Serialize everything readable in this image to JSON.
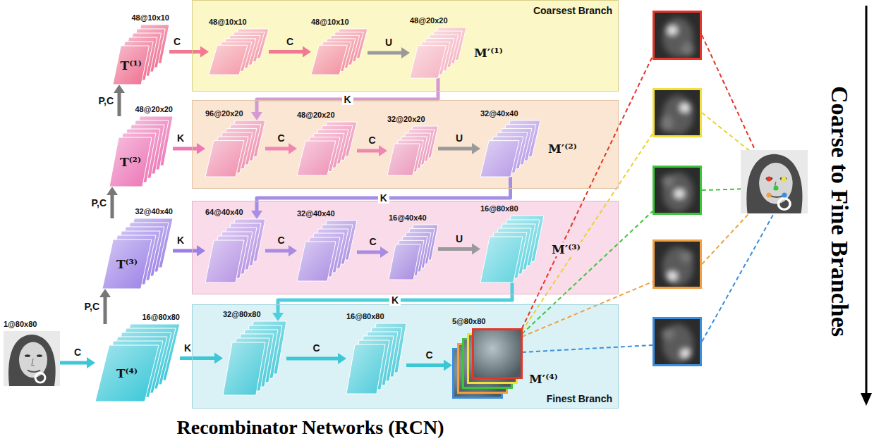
{
  "diagram": {
    "title": "Recombinator Networks (RCN)",
    "nodes": [
      {
        "text": [
          "48@10x10",
          "T⁽¹⁾"
        ]
      },
      {
        "text": [
          "Coarsest Branch"
        ]
      },
      {
        "text": [
          "48@10x10"
        ],
        "in": 1
      },
      {
        "text": [
          "48@10x10"
        ],
        "in": 1
      },
      {
        "text": [
          "48@20x20",
          "M′⁽¹⁾"
        ],
        "in": 1
      },
      {
        "text": [
          "48@20x20",
          "T⁽²⁾"
        ]
      },
      {
        "text": []
      },
      {
        "text": [
          "96@20x20"
        ],
        "in": 6
      },
      {
        "text": [
          "48@20x20"
        ],
        "in": 6
      },
      {
        "text": [
          "32@20x20"
        ],
        "in": 6
      },
      {
        "text": [
          "32@40x40",
          "M′⁽²⁾"
        ],
        "in": 6
      },
      {
        "text": [
          "32@40x40",
          "T⁽³⁾"
        ]
      },
      {
        "text": []
      },
      {
        "text": [
          "64@40x40"
        ],
        "in": 12
      },
      {
        "text": [
          "32@40x40"
        ],
        "in": 12
      },
      {
        "text": [
          "16@40x40"
        ],
        "in": 12
      },
      {
        "text": [
          "16@80x80",
          "M′⁽³⁾"
        ],
        "in": 12
      },
      {
        "text": [
          "1@80x80"
        ]
      },
      {
        "text": [
          "16@80x80",
          "T⁽⁴⁾"
        ]
      },
      {
        "text": [
          "Finest Branch"
        ]
      },
      {
        "text": [
          "32@80x80"
        ],
        "in": 19
      },
      {
        "text": [
          "16@80x80"
        ],
        "in": 19
      },
      {
        "text": [
          "5@80x80",
          "M′⁽⁴⁾"
        ],
        "in": 19
      }
    ],
    "edges": [
      {
        "from": 0,
        "to": 2,
        "label": "C",
        "arrow": "to"
      },
      {
        "from": 2,
        "to": 3,
        "label": "C",
        "arrow": "to"
      },
      {
        "from": 3,
        "to": 4,
        "label": "U",
        "arrow": "to"
      },
      {
        "from": 4,
        "to": 7,
        "label": "K",
        "arrow": "to"
      },
      {
        "from": 5,
        "to": 0,
        "label": "P,C",
        "arrow": "to"
      },
      {
        "from": 5,
        "to": 7,
        "label": "K",
        "arrow": "to"
      },
      {
        "from": 7,
        "to": 8,
        "label": "C",
        "arrow": "to"
      },
      {
        "from": 8,
        "to": 9,
        "label": "C",
        "arrow": "to"
      },
      {
        "from": 9,
        "to": 10,
        "label": "U",
        "arrow": "to"
      },
      {
        "from": 10,
        "to": 13,
        "label": "K",
        "arrow": "to"
      },
      {
        "from": 11,
        "to": 5,
        "label": "P,C",
        "arrow": "to"
      },
      {
        "from": 11,
        "to": 13,
        "label": "K",
        "arrow": "to"
      },
      {
        "from": 13,
        "to": 14,
        "label": "C",
        "arrow": "to"
      },
      {
        "from": 14,
        "to": 15,
        "label": "C",
        "arrow": "to"
      },
      {
        "from": 15,
        "to": 16,
        "label": "U",
        "arrow": "to"
      },
      {
        "from": 16,
        "to": 20,
        "label": "K",
        "arrow": "to"
      },
      {
        "from": 18,
        "to": 11,
        "label": "P,C",
        "arrow": "to"
      },
      {
        "from": 17,
        "to": 18,
        "label": "C",
        "arrow": "to"
      },
      {
        "from": 18,
        "to": 20,
        "label": "K",
        "arrow": "to"
      },
      {
        "from": 20,
        "to": 21,
        "label": "C",
        "arrow": "to"
      },
      {
        "from": 21,
        "to": 22,
        "label": "C",
        "arrow": "to"
      }
    ],
    "labels": [
      "Coarse to Fine Branches"
    ]
  }
}
